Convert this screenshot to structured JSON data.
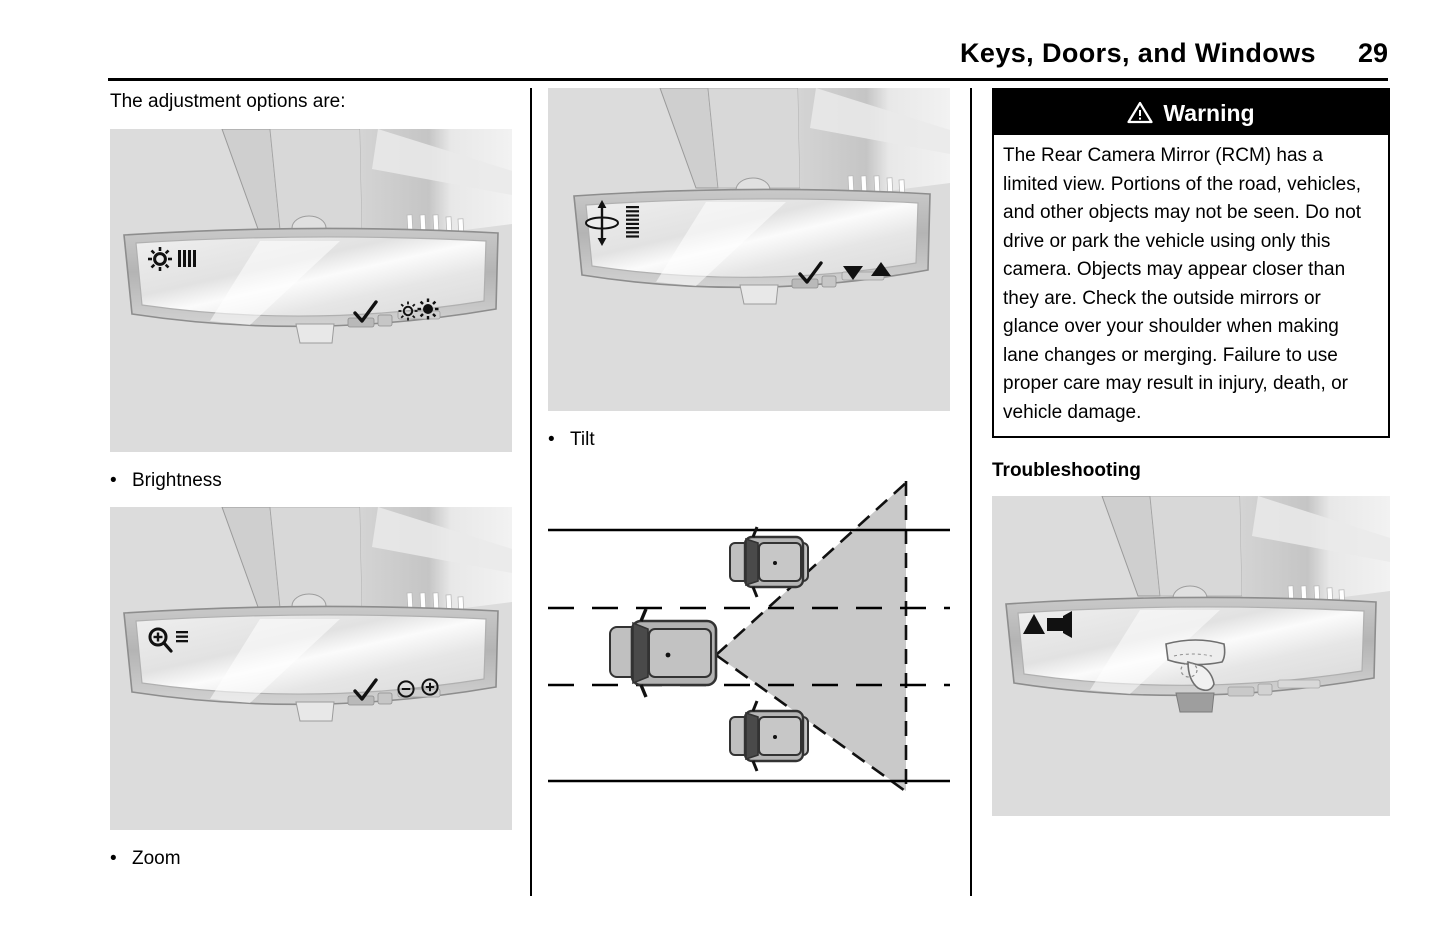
{
  "header": {
    "title": "Keys, Doors, and Windows",
    "page_number": "29"
  },
  "column_left": {
    "intro": "The adjustment options are:",
    "figures": [
      {
        "name": "brightness-mirror",
        "left_icon": "sun-icon",
        "left_level_bars": "level-bars-vertical",
        "button_icons": [
          "check-icon",
          "sun-dim-icon",
          "sun-bright-icon"
        ]
      },
      {
        "name": "zoom-mirror",
        "left_icon": "magnifier-plus-icon",
        "left_level_bars": "level-bars-small",
        "button_icons": [
          "check-icon",
          "minus-circle-icon",
          "plus-circle-icon"
        ]
      }
    ],
    "bullets": [
      {
        "marker": "•",
        "label": "Brightness"
      },
      {
        "marker": "•",
        "label": "Zoom"
      }
    ]
  },
  "column_middle": {
    "figures": [
      {
        "name": "tilt-mirror",
        "left_icon": "tilt-updown-icon",
        "left_level_bars": "level-bars-horizontal",
        "button_icons": [
          "check-icon",
          "triangle-down-icon",
          "triangle-up-icon"
        ]
      },
      {
        "name": "field-of-view-diagram",
        "description": "camera-field-of-view-top-view"
      }
    ],
    "bullets": [
      {
        "marker": "•",
        "label": "Tilt"
      }
    ]
  },
  "column_right": {
    "warning": {
      "icon": "warning-triangle-icon",
      "title": "Warning",
      "text": "The Rear Camera Mirror (RCM) has a limited view. Portions of the road, vehicles, and other objects may not be seen. Do not drive or park the vehicle using only this camera. Objects may appear closer than they are. Check the outside mirrors or glance over your shoulder when making lane changes or merging. Failure to use proper care may result in injury, death, or vehicle damage."
    },
    "troubleshooting_heading": "Troubleshooting",
    "figure": {
      "name": "troubleshooting-mirror",
      "left_icon": "warning-camera-icon",
      "center_icon": "wipe-lens-hand-icon"
    }
  },
  "colors": {
    "figure_background": "#dcdcdc",
    "warning_header_bg": "#000000",
    "warning_header_fg": "#ffffff",
    "page_background": "#ffffff",
    "ink": "#000000"
  }
}
